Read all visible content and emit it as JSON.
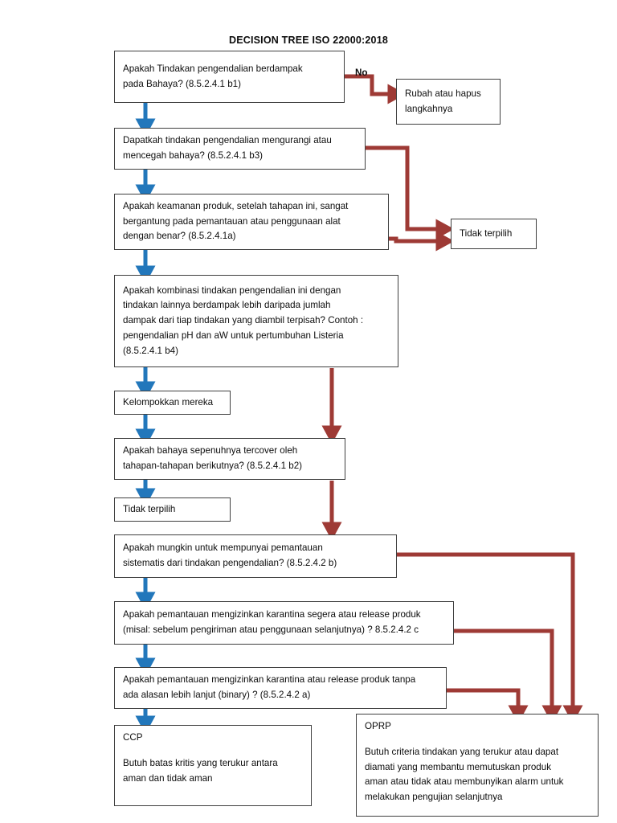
{
  "title": "DECISION TREE ISO 22000:2018",
  "colors": {
    "yes_arrow": "#2277bb",
    "no_arrow": "#9e3a35",
    "box_border": "#3f3f3f",
    "text": "#0c0c0c",
    "background": "#ffffff"
  },
  "edge_labels": [
    {
      "id": "no-label-q1",
      "text": "No"
    }
  ],
  "nodes": [
    {
      "id": "q1",
      "kind": "question",
      "lines": [
        "Apakah Tindakan pengendalian berdampak",
        "pada Bahaya? (8.5.2.4.1 b1)"
      ]
    },
    {
      "id": "rubah",
      "kind": "terminal",
      "lines": [
        "Rubah atau hapus",
        "langkahnya"
      ]
    },
    {
      "id": "q2",
      "kind": "question",
      "lines": [
        "Dapatkah tindakan pengendalian mengurangi atau",
        "mencegah bahaya? (8.5.2.4.1 b3)"
      ]
    },
    {
      "id": "q3",
      "kind": "question",
      "lines": [
        "Apakah keamanan produk, setelah tahapan ini, sangat",
        "bergantung pada pemantauan atau penggunaan alat",
        "dengan benar? (8.5.2.4.1a)"
      ]
    },
    {
      "id": "tidak-terpilih-right",
      "kind": "terminal",
      "lines": [
        "Tidak terpilih"
      ]
    },
    {
      "id": "q4",
      "kind": "question",
      "lines": [
        "Apakah kombinasi tindakan pengendalian ini dengan",
        "tindakan lainnya berdampak lebih daripada jumlah",
        "dampak dari tiap tindakan yang diambil terpisah? Contoh :",
        "pengendalian pH dan aW untuk pertumbuhan Listeria",
        "(8.5.2.4.1 b4)"
      ]
    },
    {
      "id": "kelompokkan",
      "kind": "action",
      "lines": [
        "Kelompokkan mereka"
      ]
    },
    {
      "id": "q5",
      "kind": "question",
      "lines": [
        "Apakah bahaya sepenuhnya tercover oleh",
        "tahapan-tahapan berikutnya? (8.5.2.4.1 b2)"
      ]
    },
    {
      "id": "tidak-terpilih-left",
      "kind": "terminal",
      "lines": [
        "Tidak terpilih"
      ]
    },
    {
      "id": "q6",
      "kind": "question",
      "lines": [
        "Apakah mungkin untuk mempunyai pemantauan",
        "sistematis dari tindakan pengendalian?  (8.5.2.4.2 b)"
      ]
    },
    {
      "id": "q7",
      "kind": "question",
      "lines": [
        "Apakah pemantauan mengizinkan karantina segera atau release produk",
        "(misal: sebelum pengiriman atau penggunaan selanjutnya) ? 8.5.2.4.2 c"
      ]
    },
    {
      "id": "q8",
      "kind": "question",
      "lines": [
        "Apakah pemantauan mengizinkan karantina atau release produk tanpa",
        "ada alasan lebih lanjut (binary) ? (8.5.2.4.2 a)"
      ]
    },
    {
      "id": "ccp",
      "kind": "outcome",
      "heading": "CCP",
      "lines": [
        "Butuh batas kritis yang terukur antara",
        "aman dan tidak aman"
      ]
    },
    {
      "id": "oprp",
      "kind": "outcome",
      "heading": "OPRP",
      "lines": [
        "Butuh criteria tindakan yang terukur atau dapat",
        "diamati yang membantu memutuskan produk",
        "aman atau tidak atau membunyikan alarm untuk",
        "melakukan pengujian selanjutnya"
      ]
    }
  ]
}
